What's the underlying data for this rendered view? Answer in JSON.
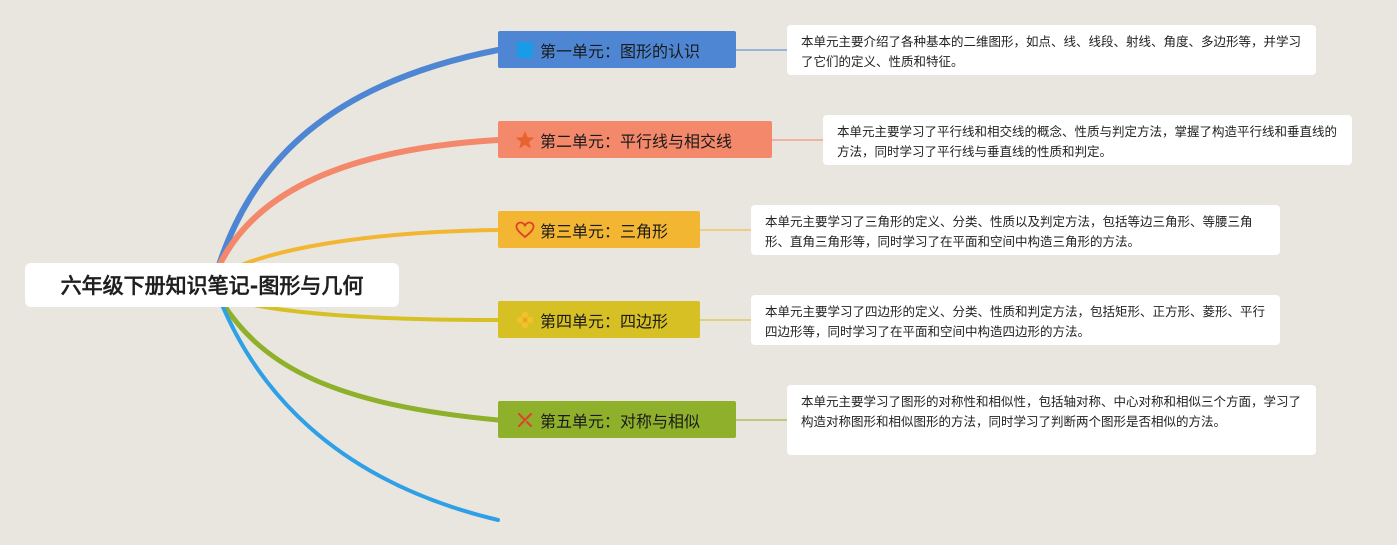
{
  "root": {
    "title": "六年级下册知识笔记-图形与几何"
  },
  "branches": [
    {
      "label": "第一单元：图形的认识",
      "color": "#4e86d3",
      "icon": "square-icon",
      "note": "本单元主要介绍了各种基本的二维图形，如点、线、线段、射线、角度、多边形等，并学习了它们的定义、性质和特征。"
    },
    {
      "label": "第二单元：平行线与相交线",
      "color": "#f3886a",
      "icon": "star-icon",
      "note": "本单元主要学习了平行线和相交线的概念、性质与判定方法，掌握了构造平行线和垂直线的方法，同时学习了平行线与垂直线的性质和判定。"
    },
    {
      "label": "第三单元：三角形",
      "color": "#f3b632",
      "icon": "heart-icon",
      "note": "本单元主要学习了三角形的定义、分类、性质以及判定方法，包括等边三角形、等腰三角形、直角三角形等，同时学习了在平面和空间中构造三角形的方法。"
    },
    {
      "label": "第四单元：四边形",
      "color": "#d7c023",
      "icon": "flower-icon",
      "note": "本单元主要学习了四边形的定义、分类、性质和判定方法，包括矩形、正方形、菱形、平行四边形等，同时学习了在平面和空间中构造四边形的方法。"
    },
    {
      "label": "第五单元：对称与相似",
      "color": "#8eb02a",
      "icon": "tools-icon",
      "note": "本单元主要学习了图形的对称性和相似性，包括轴对称、中心对称和相似三个方面，学习了构造对称图形和相似图形的方法，同时学习了判断两个图形是否相似的方法。"
    }
  ],
  "extra_branch_color": "#2f9fe6"
}
